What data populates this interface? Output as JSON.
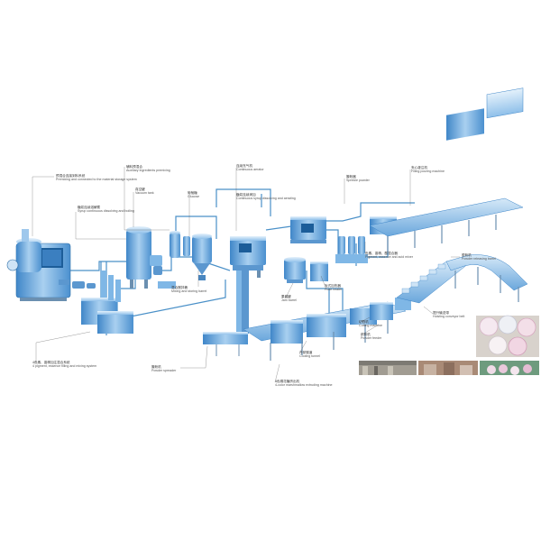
{
  "labels": {
    "premix": {
      "zh": "预混合连接到料系统",
      "en": "Premixing and connected to the material storage system"
    },
    "aux": {
      "zh": "辅料预混合",
      "en": "Auxiliary ingredients premixing"
    },
    "vacuum": {
      "zh": "真空罐",
      "en": "Vacuum tank"
    },
    "glucose": {
      "zh": "葡萄糖",
      "en": "Glucose"
    },
    "aerator": {
      "zh": "连续充气机",
      "en": "Continuous aerator"
    },
    "syrup_feed": {
      "zh": "糖浆连续滴加",
      "en": "Continuous syrup dissolving and aerating"
    },
    "syrup": {
      "zh": "糖浆连续溶解煮",
      "en": "Syrup continuous dissolving and boiling"
    },
    "mixing": {
      "zh": "混合搅拌桶",
      "en": "Mixing and storing barrel"
    },
    "sprinkle": {
      "zh": "撒粉器",
      "en": "Sprinkle powder"
    },
    "filling": {
      "zh": "夹心灌注机",
      "en": "Filling pouring machine"
    },
    "pigment_top": {
      "zh": "色素、香精、酸混合器",
      "en": "Pigment, essence and acid mixer"
    },
    "plate": {
      "zh": "板式加热器",
      "en": "Plate heater"
    },
    "jam": {
      "zh": "果酱罐",
      "en": "Jam barrel"
    },
    "release": {
      "zh": "脱粉机",
      "en": "Powder releasing barrel"
    },
    "conveyor": {
      "zh": "提升输送带",
      "en": "Hoisting conveyor belt"
    },
    "cutting": {
      "zh": "切割机",
      "en": "Cutting machine"
    },
    "feeder": {
      "zh": "供粉机",
      "en": "Powder feeder"
    },
    "cooling": {
      "zh": "冷却隧道",
      "en": "Cooling tunnel"
    },
    "extruder": {
      "zh": "4色棉花糖挤出机",
      "en": "4-color marshmallow extruding machine"
    },
    "spreader": {
      "zh": "撒粉机",
      "en": "Powder spreader"
    },
    "pigment_bot": {
      "zh": "4色素、香精加注混合系统",
      "en": "4 pigment, essence filling and mixing system"
    }
  },
  "colors": {
    "machine": "#7fb7e6",
    "machine_dark": "#3f86c8",
    "machine_light": "#cfe4f6",
    "pipe": "#4a90c8",
    "steel": "#9aa9b5",
    "label_text": "#333333",
    "leader": "#555555"
  }
}
